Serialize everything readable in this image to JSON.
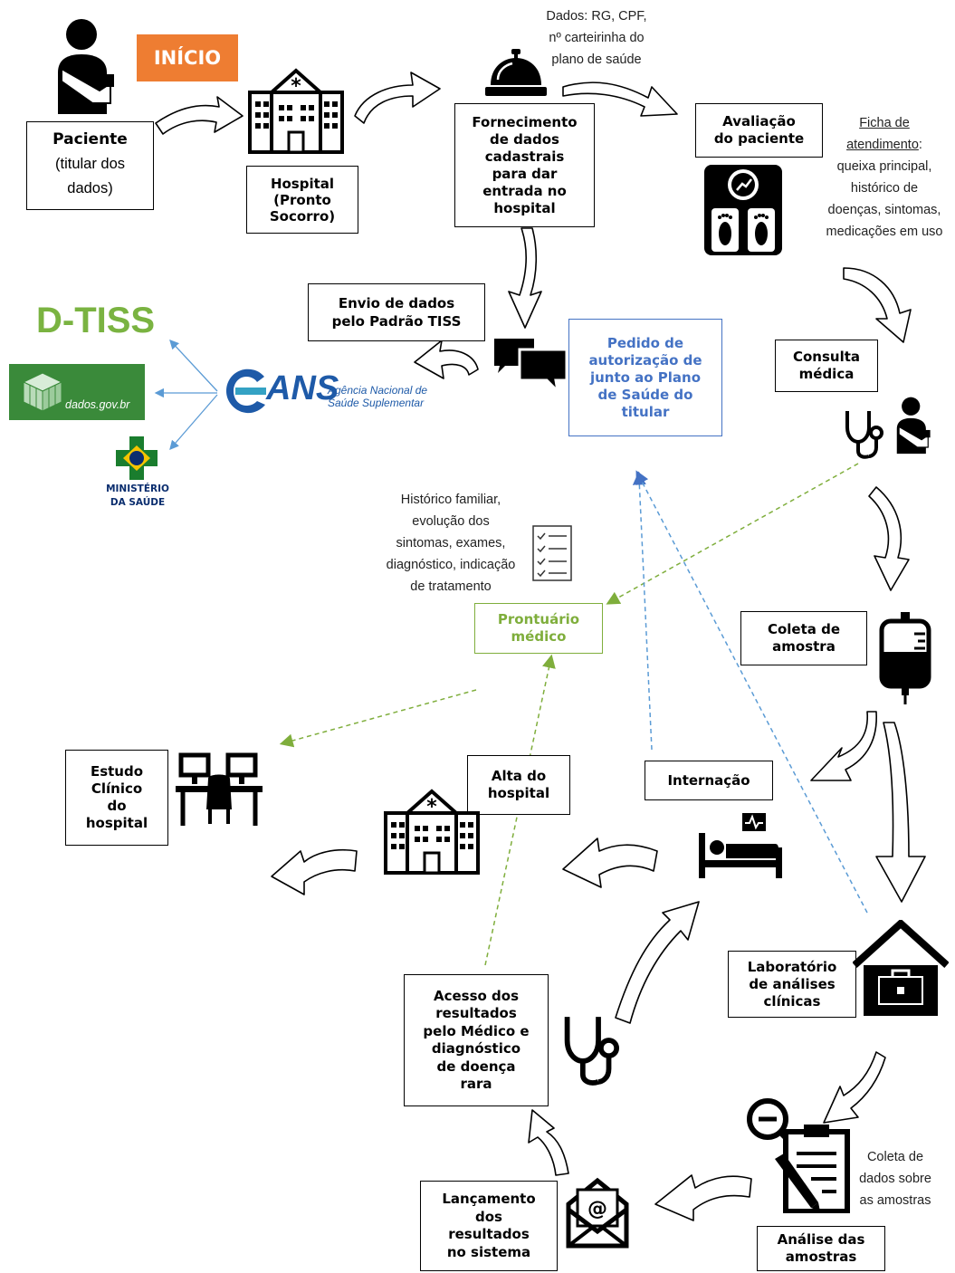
{
  "start_label": "INÍCIO",
  "colors": {
    "start_bg": "#ee7d32",
    "green": "#7fae3c",
    "blue": "#4472c4",
    "arrow_blue": "#5b9bd5",
    "dtiss_green": "#7ab341",
    "dados_green": "#3a8a3a",
    "ms_green": "#1a7d2e",
    "ms_yellow": "#f5c400",
    "ms_blue": "#0a2d6e",
    "ans_blue": "#1e5aa8",
    "ans_teal": "#34a2c4"
  },
  "patient": {
    "title": "Paciente",
    "subtitle_line1": "(titular dos",
    "subtitle_line2": "dados)"
  },
  "hospital": {
    "line1": "Hospital",
    "line2": "(Pronto",
    "line3": "Socorro)"
  },
  "registration": {
    "line1": "Fornecimento",
    "line2": "de dados",
    "line3": "cadastrais",
    "line4": "para dar",
    "line5": "entrada no",
    "line6": "hospital"
  },
  "registration_note": {
    "line1": "Dados: RG, CPF,",
    "line2": "nº carteirinha do",
    "line3": "plano de saúde"
  },
  "evaluation": {
    "line1": "Avaliação",
    "line2": "do paciente"
  },
  "record_note": {
    "line1": "Ficha de",
    "line2": "atendimento",
    "line2_suffix": ":",
    "line3": "queixa principal,",
    "line4": "histórico de",
    "line5": "doenças, sintomas,",
    "line6": "medicações em uso"
  },
  "tiss": {
    "line1": "Envio de dados",
    "line2": "pelo Padrão TISS"
  },
  "authorization": {
    "line1": "Pedido de",
    "line2": "autorização de",
    "line3": "junto ao Plano",
    "line4": "de Saúde do",
    "line5": "titular"
  },
  "dtiss": "D-TISS",
  "dados_gov": "dados.gov.br",
  "ans": {
    "acronym": "ANS",
    "line1": "Agência Nacional de",
    "line2": "Saúde Suplementar"
  },
  "ministerio": {
    "line1": "MINISTÉRIO",
    "line2": "DA SAÚDE"
  },
  "consult": {
    "line1": "Consulta",
    "line2": "médica"
  },
  "history_note": {
    "line1": "Histórico familiar,",
    "line2": "evolução dos",
    "line3": "sintomas, exames,",
    "line4": "diagnóstico, indicação",
    "line5": "de tratamento"
  },
  "prontuario": {
    "line1": "Prontuário",
    "line2": "médico"
  },
  "sample": {
    "line1": "Coleta de",
    "line2": "amostra"
  },
  "study": {
    "line1": "Estudo",
    "line2": "Clínico",
    "line3": "do",
    "line4": "hospital"
  },
  "discharge": {
    "line1": "Alta do",
    "line2": "hospital"
  },
  "internment": "Internação",
  "lab": {
    "line1": "Laboratório",
    "line2": "de análises",
    "line3": "clínicas"
  },
  "access": {
    "line1": "Acesso dos",
    "line2": "resultados",
    "line3": "pelo Médico e",
    "line4": "diagnóstico",
    "line5": "de doença",
    "line6": "rara"
  },
  "results_entry": {
    "line1": "Lançamento",
    "line2": "dos",
    "line3": "resultados",
    "line4": "no sistema"
  },
  "analysis": {
    "line1": "Análise das",
    "line2": "amostras"
  },
  "sample_data_note": {
    "line1": "Coleta de",
    "line2": "dados sobre",
    "line3": "as amostras"
  },
  "icons": [
    "injured-patient-icon",
    "hospital-icon",
    "service-bell-icon",
    "bathroom-scale-icon",
    "chat-bubbles-icon",
    "stethoscope-icon",
    "checklist-icon",
    "blood-bag-icon",
    "computer-desks-icon",
    "hospital-bed-icon",
    "laboratory-house-icon",
    "clipboard-search-icon",
    "email-icon",
    "dados-gov-cube-icon",
    "ministerio-cross-icon",
    "ans-logo-icon"
  ]
}
